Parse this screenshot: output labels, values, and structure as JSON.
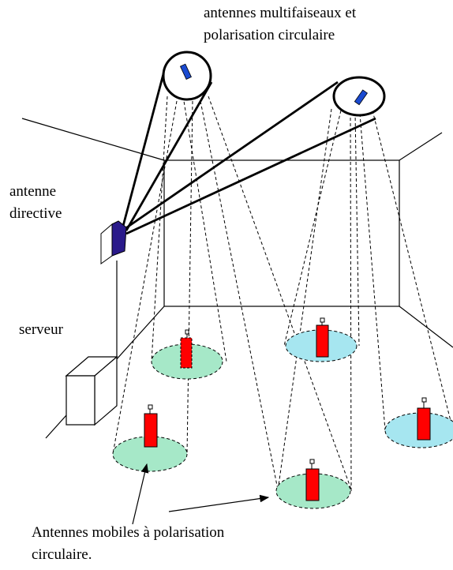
{
  "labels": {
    "top_line1": "antennes multifaiseaux et",
    "top_line2": "polarisation circulaire",
    "directive_line1": "antenne",
    "directive_line2": "directive",
    "server": "serveur",
    "bottom_line1": "Antennes  mobiles à polarisation",
    "bottom_line2": "circulaire."
  },
  "colors": {
    "green_zone": "#a6e8c8",
    "blue_zone": "#a6e6f0",
    "mobile_antenna": "#ff0000",
    "directive_antenna": "#2a1a8a",
    "beam_source": "#1a4ad0"
  }
}
